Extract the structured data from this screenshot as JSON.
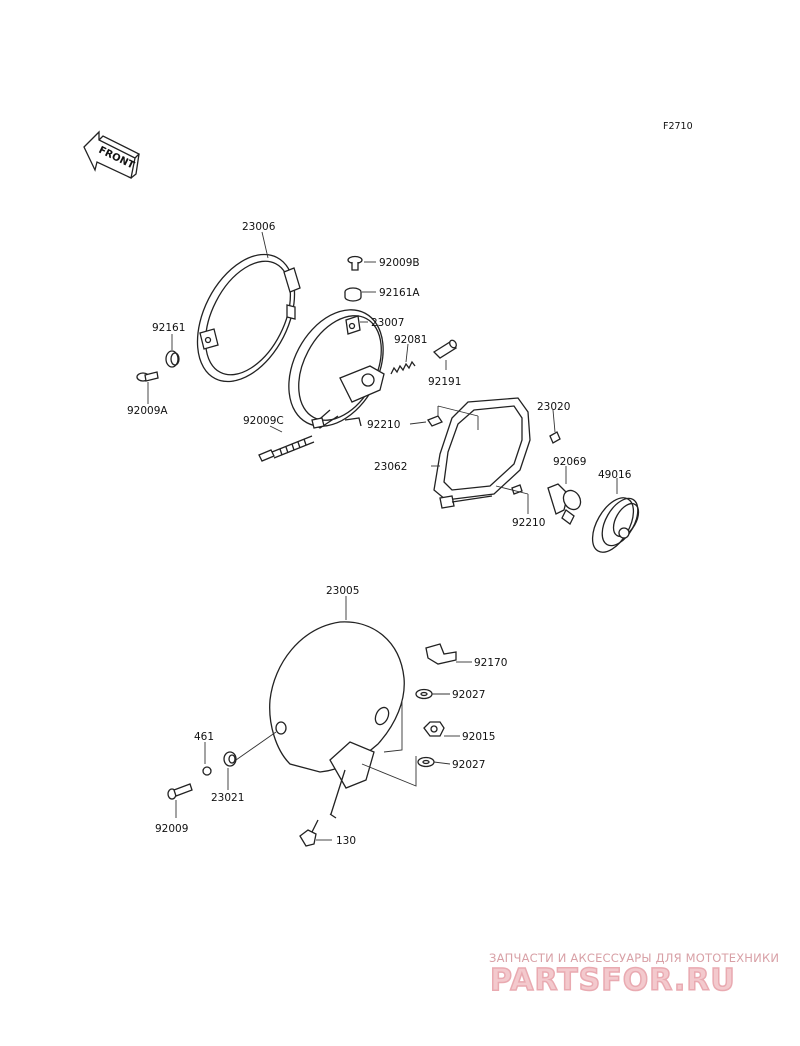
{
  "figure_code": "F2710",
  "front_label": "FRONT",
  "parts": {
    "p23006": "23006",
    "p92161": "92161",
    "p92009A": "92009A",
    "p92009B": "92009B",
    "p92161A": "92161A",
    "p23007": "23007",
    "p92081": "92081",
    "p92191": "92191",
    "p92009C": "92009C",
    "p92210a": "92210",
    "p23020": "23020",
    "p23062": "23062",
    "p92069": "92069",
    "p49016": "49016",
    "p92210b": "92210",
    "p23005": "23005",
    "p92170": "92170",
    "p92027a": "92027",
    "p92015": "92015",
    "p92027b": "92027",
    "p461": "461",
    "p23021": "23021",
    "p92009": "92009",
    "p130": "130"
  },
  "watermark": {
    "tagline": "ЗАПЧАСТИ И АКСЕССУАРЫ ДЛЯ МОТОТЕХНИКИ",
    "logo": "PARTSFOR.RU"
  }
}
